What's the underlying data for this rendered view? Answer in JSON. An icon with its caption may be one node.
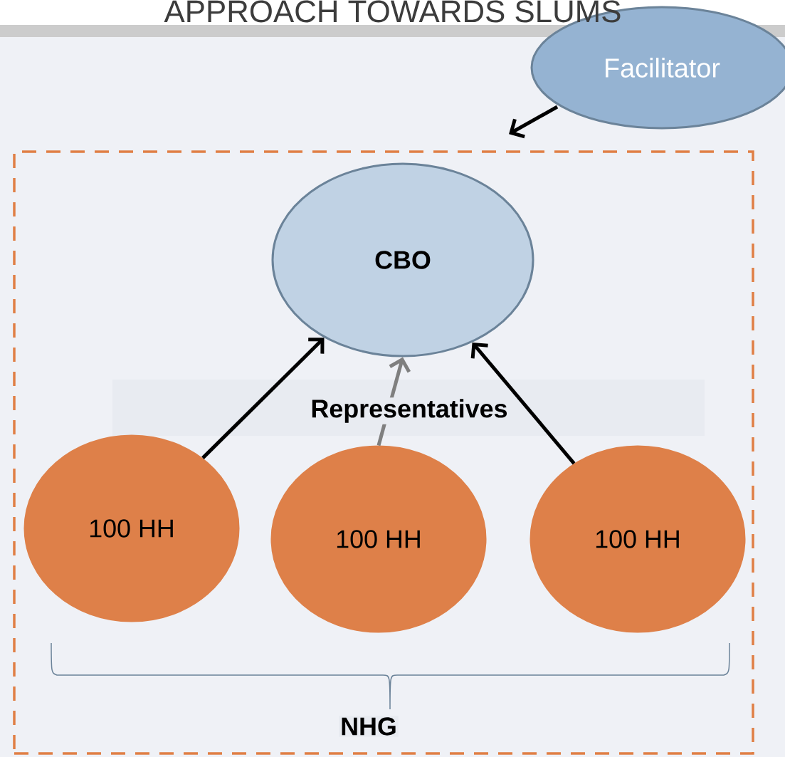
{
  "diagram": {
    "title": "APPROACH TOWARDS SLUMS",
    "nodes": [
      {
        "text": [
          "Facilitator"
        ]
      },
      {
        "text": [],
        "shape": "box"
      },
      {
        "text": [
          "CBO"
        ],
        "in": 1
      },
      {
        "text": [
          "100 HH"
        ],
        "in": 1
      },
      {
        "text": [
          "100 HH"
        ],
        "in": 1
      },
      {
        "text": [
          "100 HH"
        ],
        "in": 1
      }
    ],
    "edges": [
      {
        "from": 0,
        "to": 1,
        "arrow": "to"
      },
      {
        "from": 3,
        "to": 2,
        "arrow": "to"
      },
      {
        "from": 4,
        "to": 2,
        "arrow": "to",
        "color": "#7f7f7f"
      },
      {
        "from": 5,
        "to": 2,
        "arrow": "to"
      }
    ],
    "labels": [
      "Representatives",
      "NHG"
    ]
  }
}
